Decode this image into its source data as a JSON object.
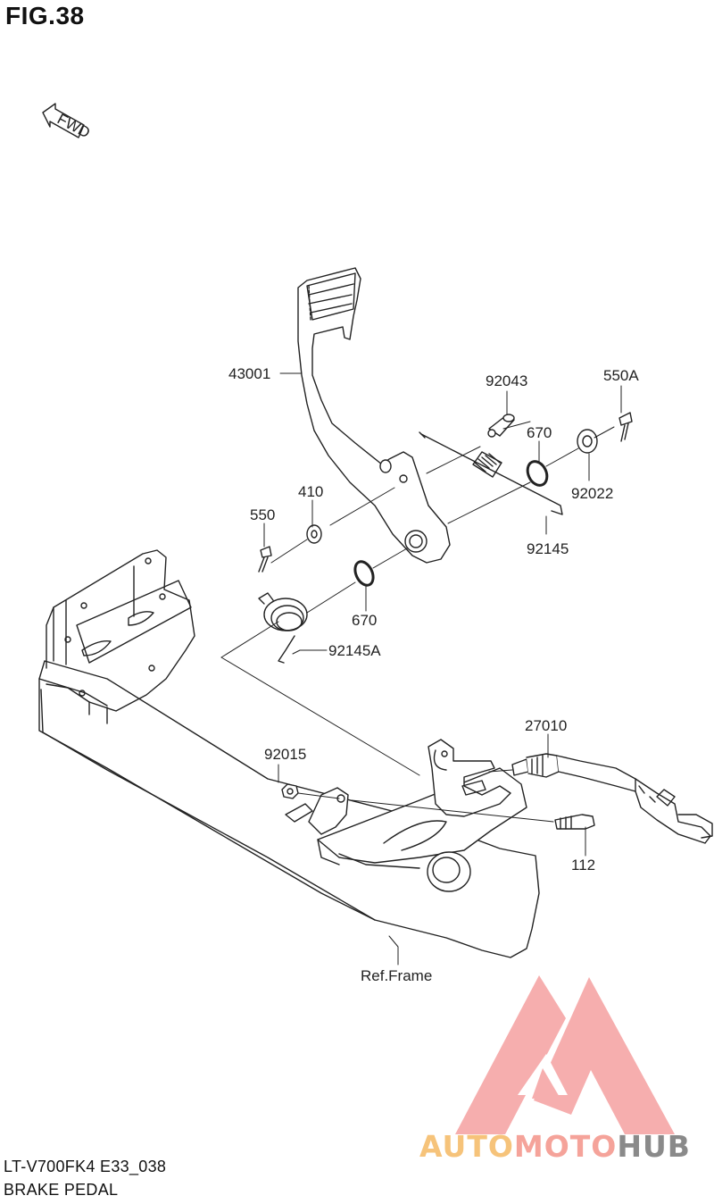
{
  "figure": {
    "title": "FIG.38"
  },
  "fwd_label": "FWD",
  "parts": {
    "brake_pedal": "43001",
    "pin": "92043",
    "cotter_pin_a": "550A",
    "o_ring_upper": "670",
    "washer_upper": "92022",
    "spring": "92145",
    "washer": "410",
    "cotter_pin": "550",
    "o_ring_lower": "670",
    "spring_a": "92145A",
    "switch": "27010",
    "nut": "92015",
    "bolt": "112",
    "frame_ref": "Ref.Frame"
  },
  "footer": {
    "model_code": "LT-V700FK4 E33_038",
    "name": "BRAKE PEDAL"
  },
  "watermark": {
    "part1": "AUTO",
    "part2": "MOTO",
    "part3": "HUB",
    "colors": {
      "auto": "#f6c37a",
      "moto": "#f5a39a",
      "hub": "#8a8a8a",
      "logo": "#f5a0a0"
    }
  }
}
